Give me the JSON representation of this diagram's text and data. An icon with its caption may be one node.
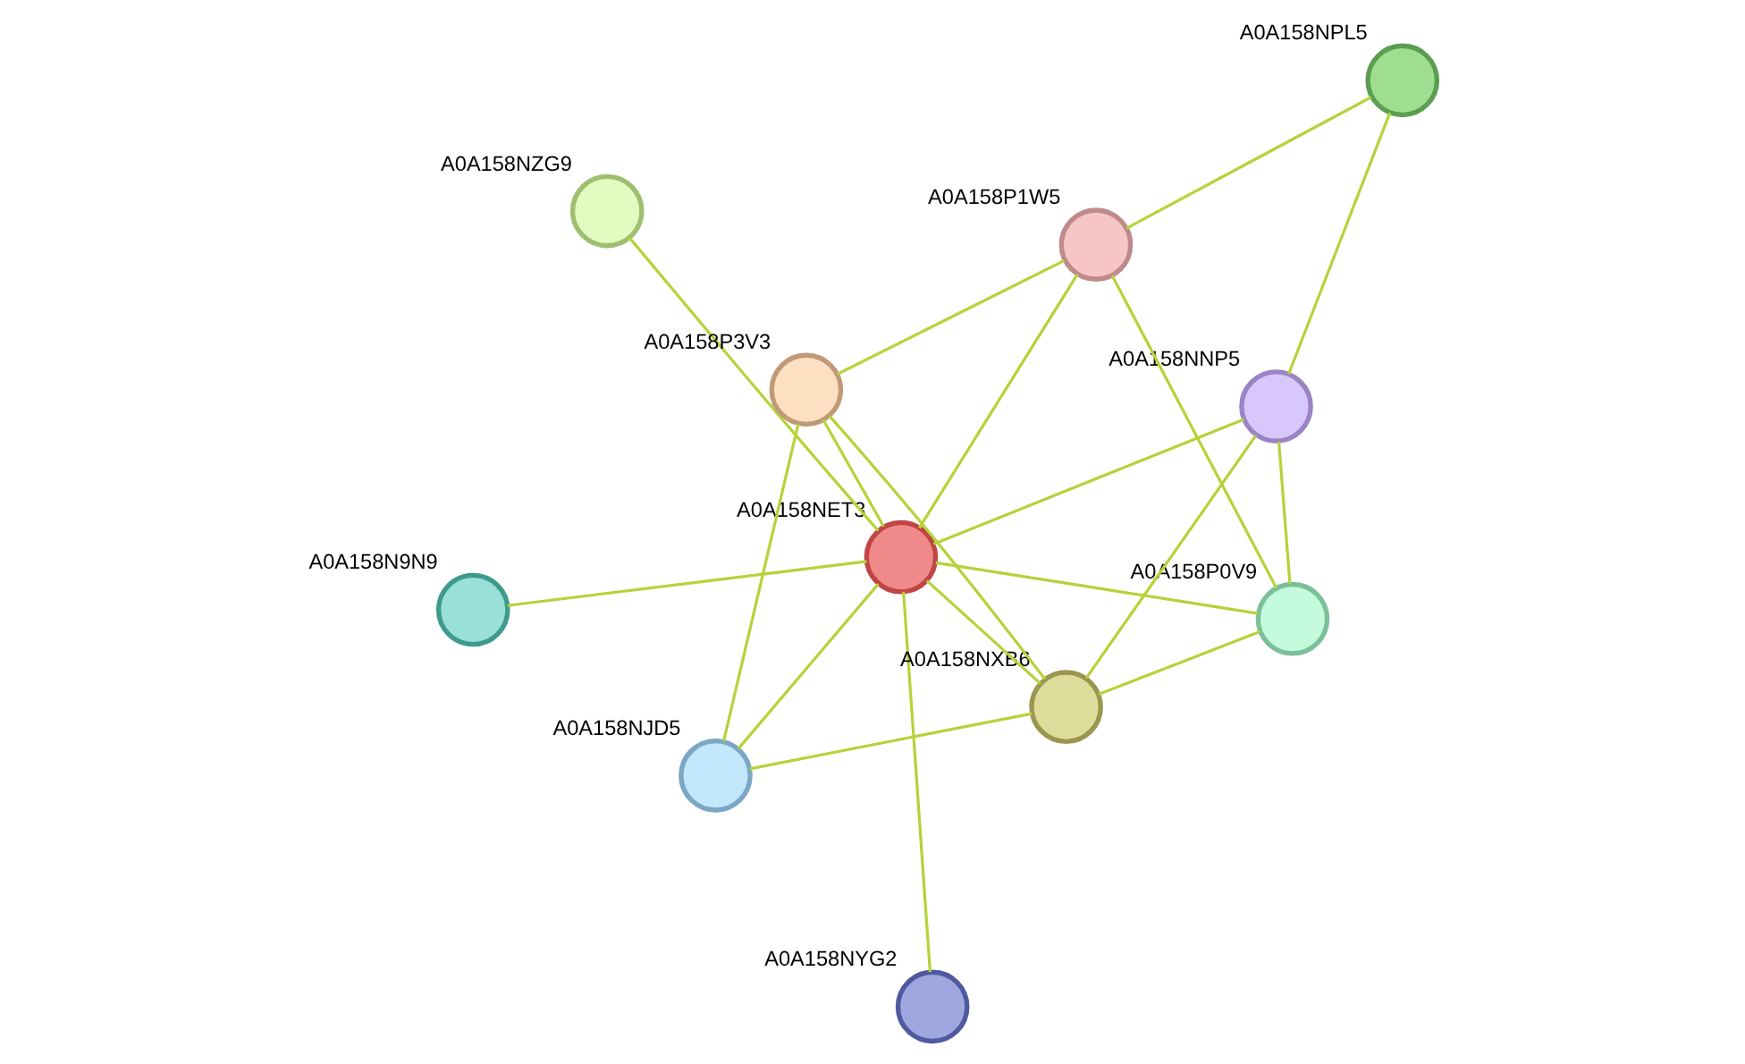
{
  "diagram": {
    "nodes": [
      {
        "text": [],
        "shape": "circle",
        "beside": [
          "A0A158NYG2"
        ]
      },
      {
        "text": [],
        "shape": "circle",
        "beside": [
          "A0A158NZG9"
        ]
      },
      {
        "text": [],
        "shape": "circle",
        "beside": [
          "A0A158NET3"
        ]
      },
      {
        "text": [],
        "shape": "circle",
        "beside": [
          "A0A158NJD5"
        ]
      },
      {
        "text": [],
        "shape": "circle",
        "beside": [
          "A0A158P3V3"
        ]
      },
      {
        "text": [],
        "shape": "circle",
        "beside": [
          "A0A158N9N9"
        ]
      },
      {
        "text": [],
        "shape": "circle",
        "beside": [
          "A0A158P1W5"
        ]
      },
      {
        "text": [],
        "shape": "circle",
        "beside": [
          "A0A158NXB6"
        ]
      },
      {
        "text": [],
        "shape": "circle",
        "beside": [
          "A0A158P0V9"
        ]
      },
      {
        "text": [],
        "shape": "circle",
        "beside": [
          "A0A158NNP5"
        ]
      },
      {
        "text": [],
        "shape": "circle",
        "beside": [
          "A0A158NPL5"
        ]
      }
    ],
    "edges": [
      {
        "from": 2,
        "to": 0,
        "arrow": "none"
      },
      {
        "from": 2,
        "to": 1,
        "arrow": "none"
      },
      {
        "from": 2,
        "to": 5,
        "arrow": "none"
      },
      {
        "from": 2,
        "to": 4,
        "arrow": "none"
      },
      {
        "from": 2,
        "to": 3,
        "arrow": "none"
      },
      {
        "from": 2,
        "to": 7,
        "arrow": "none"
      },
      {
        "from": 2,
        "to": 6,
        "arrow": "none"
      },
      {
        "from": 2,
        "to": 8,
        "arrow": "none"
      },
      {
        "from": 2,
        "to": 9,
        "arrow": "none"
      },
      {
        "from": 3,
        "to": 4,
        "arrow": "none"
      },
      {
        "from": 3,
        "to": 7,
        "arrow": "none"
      },
      {
        "from": 4,
        "to": 7,
        "arrow": "none"
      },
      {
        "from": 4,
        "to": 6,
        "arrow": "none"
      },
      {
        "from": 7,
        "to": 8,
        "arrow": "none"
      },
      {
        "from": 7,
        "to": 9,
        "arrow": "none"
      },
      {
        "from": 6,
        "to": 8,
        "arrow": "none"
      },
      {
        "from": 6,
        "to": 10,
        "arrow": "none"
      },
      {
        "from": 8,
        "to": 9,
        "arrow": "none"
      },
      {
        "from": 9,
        "to": 10,
        "arrow": "none"
      }
    ]
  }
}
